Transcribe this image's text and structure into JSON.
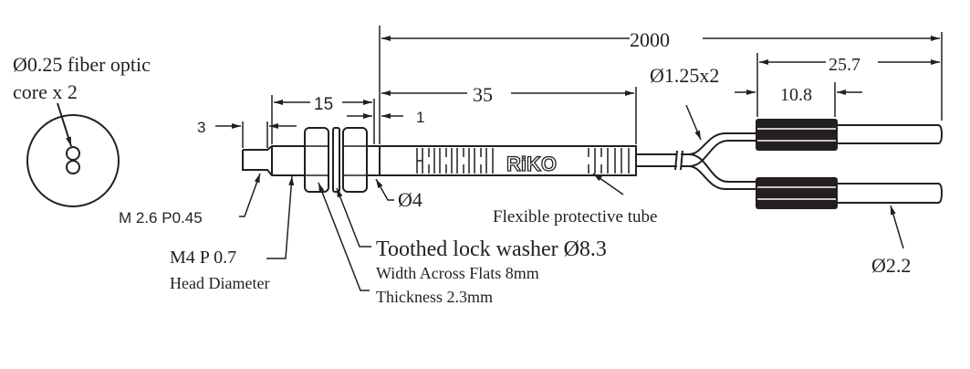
{
  "cross_section": {
    "label_line1": "Ø0.25 fiber optic",
    "label_line2": "core x 2"
  },
  "dimensions": {
    "total_length": "2000",
    "connector_length": "25.7",
    "connector_body": "10.8",
    "tube_length": "35",
    "thread_length": "15",
    "offset": "1",
    "tip_length": "3"
  },
  "labels": {
    "tip_thread": "M 2.6 P0.45",
    "head_thread": "M4 P 0.7",
    "head_diameter": "Head Diameter",
    "washer": "Toothed lock washer Ø8.3",
    "flats": "Width Across Flats 8mm",
    "thickness": "Thickness 2.3mm",
    "tube_diameter": "Ø4",
    "tube": "Flexible protective tube",
    "fiber_diameter": "Ø1.25x2",
    "pin_diameter": "Ø2.2"
  },
  "brand": "RiKO"
}
